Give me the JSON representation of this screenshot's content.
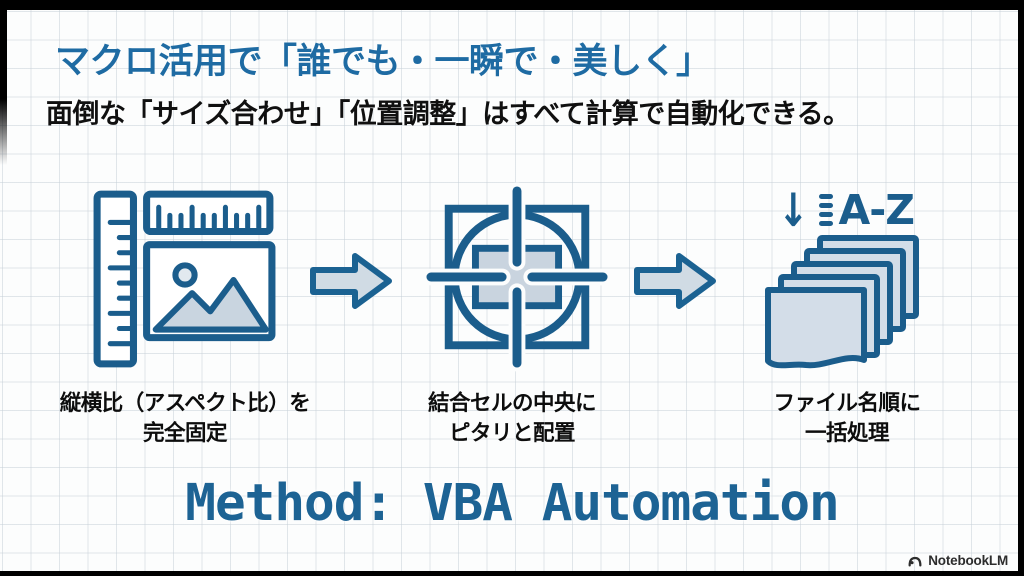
{
  "slide": {
    "title": "マクロ活用で「誰でも・一瞬で・美しく」",
    "subtitle": "面倒な「サイズ合わせ」「位置調整」はすべて計算で自動化できる。",
    "method_label": "Method: VBA Automation",
    "footer_brand": "NotebookLM"
  },
  "steps": [
    {
      "icon": "aspect-ratio-ruler-image-icon",
      "caption_line1": "縦横比（アスペクト比）を",
      "caption_line2": "完全固定"
    },
    {
      "icon": "center-crosshair-icon",
      "caption_line1": "結合セルの中央に",
      "caption_line2": "ピタリと配置"
    },
    {
      "icon": "sort-files-icon",
      "sort_label": "A-Z",
      "caption_line1": "ファイル名順に",
      "caption_line2": "一括処理"
    }
  ],
  "colors": {
    "title_blue": "#1e6ba3",
    "icon_stroke_blue": "#1b5d8c",
    "icon_light_fill": "#cdd9e4",
    "method_blue": "#1d6394",
    "text_black": "#101010",
    "grid_line": "#dde3e7",
    "letterbox": "#000000",
    "background": "#fcfdfd"
  }
}
